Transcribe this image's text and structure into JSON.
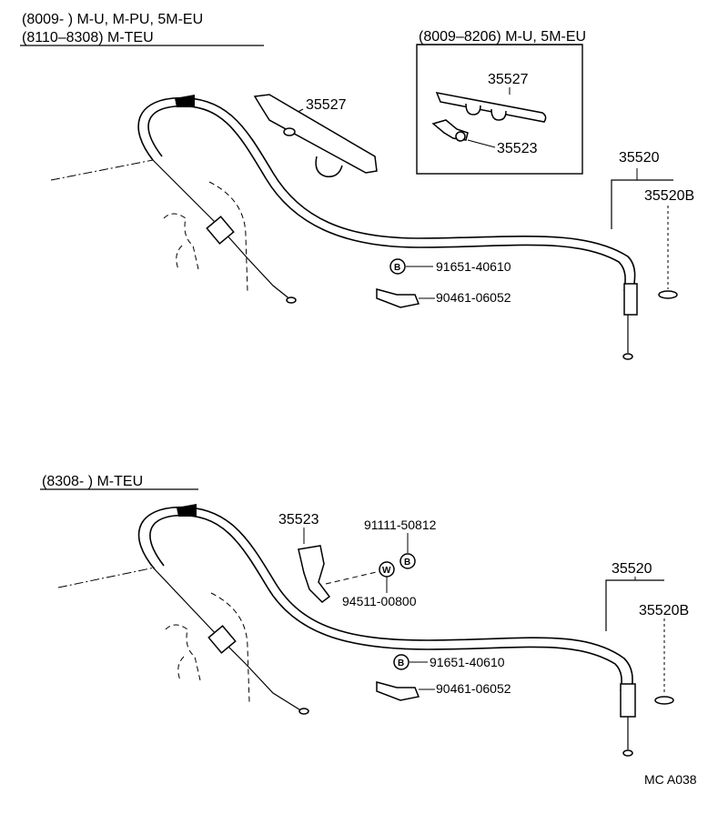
{
  "upper": {
    "header_line1": "(8009-        ) M-U, M-PU, 5M-EU",
    "header_line2": "(8110–8308) M-TEU",
    "inset_title": "(8009–8206) M-U, 5M-EU",
    "inset_part_bracket": "35527",
    "inset_part_clamp": "35523",
    "part_bracket": "35527",
    "part_cable": "35520",
    "part_cable_b": "35520B",
    "bolt_symbol": "B",
    "bolt_part": "91651-40610",
    "clamp_part": "90461-06052"
  },
  "lower": {
    "header": "(8308-        ) M-TEU",
    "part_clamp": "35523",
    "bolt_part_top": "91111-50812",
    "bolt_symbol": "B",
    "washer_symbol": "W",
    "washer_part": "94511-00800",
    "part_cable": "35520",
    "part_cable_b": "35520B",
    "bolt_part": "91651-40610",
    "clamp_part": "90461-06052"
  },
  "footer_code": "MC A038"
}
